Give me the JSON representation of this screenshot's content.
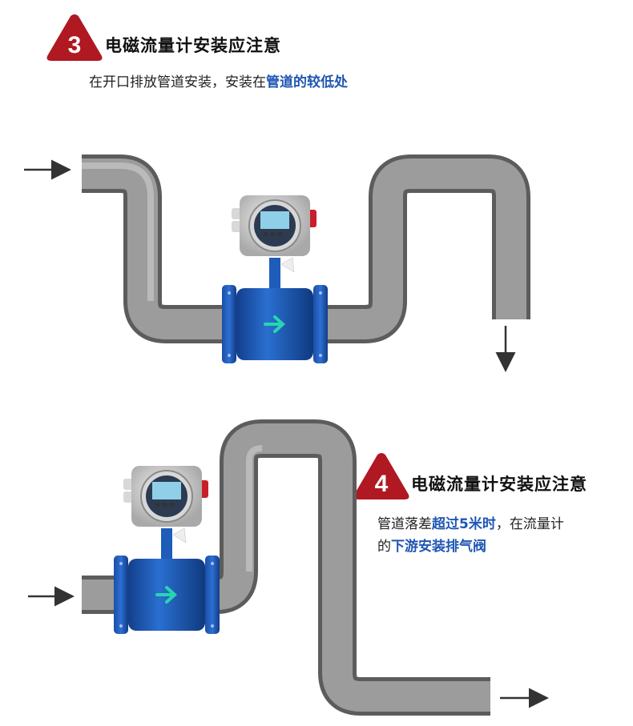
{
  "section3": {
    "number": "3",
    "title": "电磁流量计安装应注意",
    "desc_plain": "在开口排放管道安装，安装在",
    "desc_highlight": "管道的较低处"
  },
  "section4": {
    "number": "4",
    "title": "电磁流量计安装应注意",
    "line1_plain": "管道落差",
    "line1_highlight": "超过5米时",
    "line1_tail": "，在流量计",
    "line2_plain": "的",
    "line2_highlight": "下游安装排气阀"
  },
  "colors": {
    "badge_red": "#b01822",
    "highlight_blue": "#1f56b3",
    "pipe_gray": "#8f8f8f",
    "meter_blue": "#1d5cb8",
    "arrow_cyan": "#26d6b0"
  }
}
